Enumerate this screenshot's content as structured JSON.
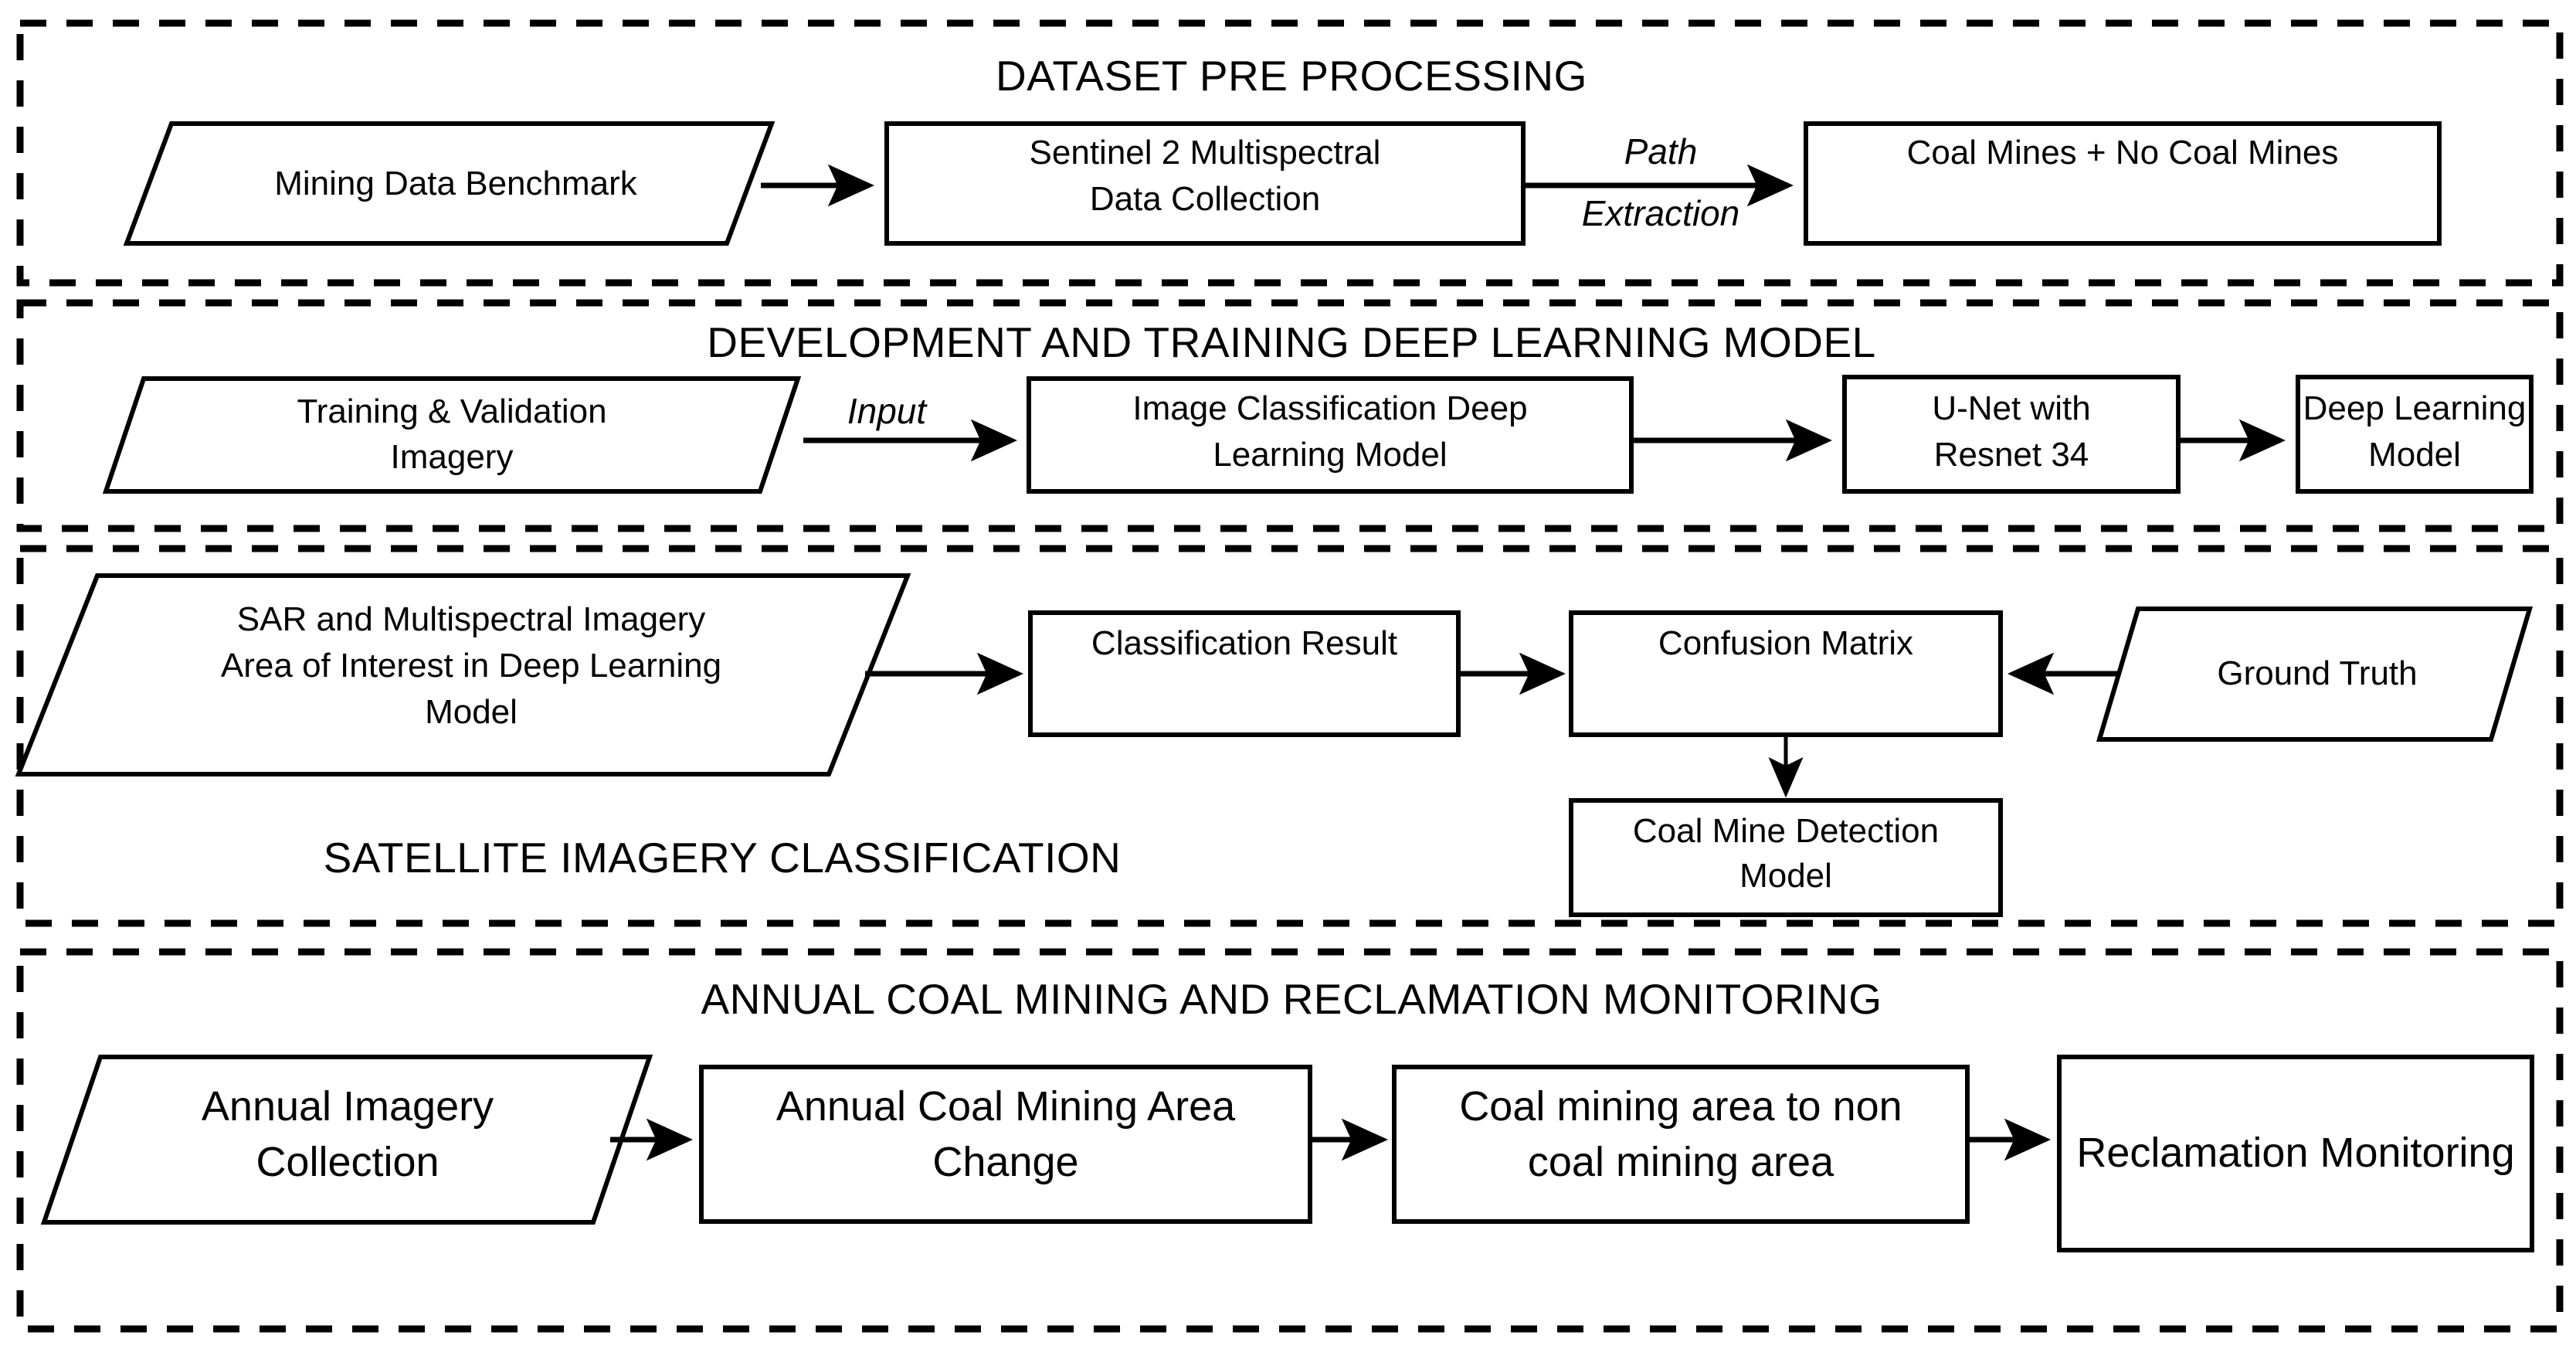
{
  "diagram": {
    "title": "Coal mine detection and reclamation monitoring workflow",
    "colors": {
      "background": "#ffffff",
      "stroke": "#000000",
      "section_border": "#000000"
    }
  },
  "sections": [
    {
      "id": "dataset-pre-processing",
      "title": "DATASET PRE PROCESSING",
      "nodes": [
        {
          "id": "mining-data-benchmark",
          "shape": "parallelogram",
          "lines": [
            "Mining Data Benchmark"
          ]
        },
        {
          "id": "sentinel-2-collection",
          "shape": "rect",
          "lines": [
            "Sentinel 2 Multispectral",
            "Data Collection"
          ]
        },
        {
          "id": "coal-mines-no-coal-mines",
          "shape": "rect",
          "lines": [
            "Coal Mines + No Coal Mines"
          ]
        }
      ],
      "edge_labels": [
        {
          "id": "path-extraction",
          "lines": [
            "Path",
            "Extraction"
          ]
        }
      ]
    },
    {
      "id": "development-and-training",
      "title": "DEVELOPMENT AND TRAINING DEEP LEARNING MODEL",
      "nodes": [
        {
          "id": "training-validation-imagery",
          "shape": "parallelogram",
          "lines": [
            "Training & Validation",
            "Imagery"
          ]
        },
        {
          "id": "image-classification-model",
          "shape": "rect",
          "lines": [
            "Image Classification Deep",
            "Learning Model"
          ]
        },
        {
          "id": "unet-resnet34",
          "shape": "rect",
          "lines": [
            "U-Net with",
            "Resnet 34"
          ]
        },
        {
          "id": "deep-learning-model",
          "shape": "rect",
          "lines": [
            "Deep Learning",
            "Model"
          ]
        }
      ],
      "edge_labels": [
        {
          "id": "input",
          "lines": [
            "Input"
          ]
        }
      ]
    },
    {
      "id": "satellite-imagery-classification",
      "title": "SATELLITE IMAGERY CLASSIFICATION",
      "nodes": [
        {
          "id": "sar-multispectral-aoi",
          "shape": "parallelogram",
          "lines": [
            "SAR and Multispectral Imagery",
            "Area of Interest in Deep Learning",
            "Model"
          ]
        },
        {
          "id": "classification-result",
          "shape": "rect",
          "lines": [
            "Classification Result"
          ]
        },
        {
          "id": "confusion-matrix",
          "shape": "rect",
          "lines": [
            "Confusion Matrix"
          ]
        },
        {
          "id": "ground-truth",
          "shape": "parallelogram",
          "lines": [
            "Ground Truth"
          ]
        },
        {
          "id": "coal-mine-detection-model",
          "shape": "rect",
          "lines": [
            "Coal Mine Detection",
            "Model"
          ]
        }
      ],
      "edge_labels": []
    },
    {
      "id": "annual-coal-mining-and-reclamation-monitoring",
      "title": "ANNUAL COAL MINING AND RECLAMATION MONITORING",
      "nodes": [
        {
          "id": "annual-imagery-collection",
          "shape": "parallelogram",
          "lines": [
            "Annual Imagery",
            "Collection"
          ]
        },
        {
          "id": "annual-coal-mining-area-change",
          "shape": "rect",
          "lines": [
            "Annual Coal Mining Area",
            "Change"
          ]
        },
        {
          "id": "coal-mining-to-non-coal-mining",
          "shape": "rect",
          "lines": [
            "Coal mining area to non",
            "coal mining area"
          ]
        },
        {
          "id": "reclamation-monitoring",
          "shape": "rect",
          "lines": [
            "Reclamation Monitoring"
          ]
        }
      ],
      "edge_labels": []
    }
  ]
}
